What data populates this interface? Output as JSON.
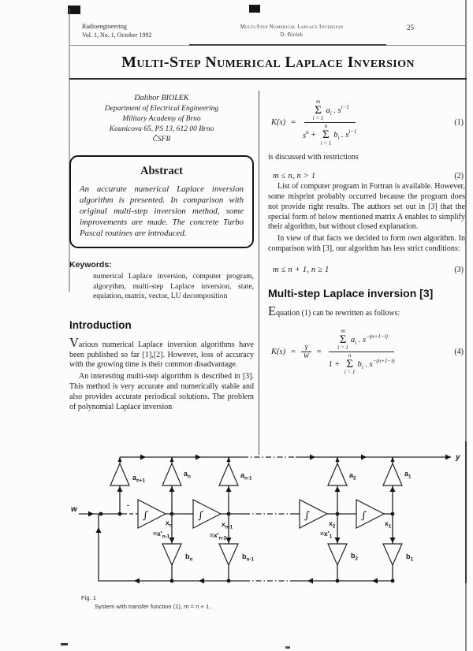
{
  "header": {
    "journal_line1": "Radioengineering",
    "journal_line2": "Vol. 1, No. 1, October 1992",
    "center_line1": "Multi-Step Numerical Laplace Inversion",
    "center_line2": "D. Biolek",
    "page_number": "25"
  },
  "title": "Multi-Step Numerical Laplace Inversion",
  "author": {
    "name": "Dalibor BIOLEK",
    "dept": "Department of Electrical Engineering",
    "inst": "Military Academy of Brno",
    "addr": "Kounicova 65, PS 13, 612 00 Brno",
    "country": "ČSFR"
  },
  "abstract": {
    "title": "Abstract",
    "text": "An accurate numerical Laplace inversion algorithm is presented. In comparison with original multi-step inversion method, some improvements are made. The concrete Turbo Pascal routines are introduced."
  },
  "keywords": {
    "label": "Keywords:",
    "text": "numerical Laplace inversion, computer program, algorythm, multi-step Laplace inversion, state, equiation, matrix, vector, LU decomposition"
  },
  "intro": {
    "heading": "Introduction",
    "p1": "Various numerical Laplace inversion algorithms have been published so far [1],[2]. However, loss of accuracy with the growing time is their common disadvantage.",
    "p2": "An interesting multi-step algorithm is described in [3]. This method is very accurate and numerically stable and also provides accurate periodical solutions. The problem of polynomial Laplace inversion"
  },
  "right_col": {
    "restrictions_text": "is discussed with restrictions",
    "p1": "List of computer program in Fortran is available. However, some misprint probably occurred because the program does not provide right results. The authors set out in [3] that the special form of below mentioned matrix A enables to simplify their algorithm, but without closed explanation.",
    "p2": "In view of that facts we decided to form own algorithm. In comparison with [3], our algorithm has less strict conditions:",
    "section_heading": "Multi-step Laplace inversion [3]",
    "rewrite_text": "Equation (1) can be rewritten as follows:"
  },
  "equations": {
    "e1": {
      "number": "(1)",
      "lhs": "K(s)",
      "equals": "=",
      "num": {
        "top": "m",
        "sigma": "Σ",
        "bot": "i = 1",
        "coef": "a",
        "coef_sub": "i",
        "mid": " . s",
        "exp": "i−1"
      },
      "den": {
        "lead": "s",
        "lead_exp": "n",
        "plus": "+",
        "top": "n",
        "sigma": "Σ",
        "bot": "i = 1",
        "coef": "b",
        "coef_sub": "i",
        "mid": " . s",
        "exp": "i−1"
      }
    },
    "e2": {
      "number": "(2)",
      "body": "m ≤ n,    n > 1"
    },
    "e3": {
      "number": "(3)",
      "body": "m ≤ n + 1,    n ≥ 1"
    },
    "e4": {
      "number": "(4)",
      "lhs": "K(s)",
      "equals": "=",
      "ratio_top": "Y",
      "ratio_bot": "W",
      "equals2": "=",
      "num": {
        "top": "m",
        "sigma": "Σ",
        "bot": "i = 1",
        "coef": "a",
        "coef_sub": "i",
        "mid": " . s",
        "exp": "−(n+1−i)"
      },
      "den": {
        "lead": "1",
        "plus": "+",
        "top": "n",
        "sigma": "Σ",
        "bot": "i = 1",
        "coef": "b",
        "coef_sub": "i",
        "mid": " . s",
        "exp": "−(n+1−i)"
      }
    }
  },
  "figure": {
    "caption_label": "Fig. 1",
    "caption_text": "System with transfer function (1), m = n + 1.",
    "input_label": "w",
    "output_label": "y",
    "integrator_symbol": "∫",
    "minus_sign": "-",
    "gains_top": [
      {
        "base": "a",
        "sub": "n+1"
      },
      {
        "base": "a",
        "sub": "n"
      },
      {
        "base": "a",
        "sub": "n-1"
      },
      {
        "base": "a",
        "sub": "2"
      },
      {
        "base": "a",
        "sub": "1"
      }
    ],
    "gains_bottom": [
      {
        "base": "b",
        "sub": "n"
      },
      {
        "base": "b",
        "sub": "n-1"
      },
      {
        "base": "b",
        "sub": "2"
      },
      {
        "base": "b",
        "sub": "1"
      }
    ],
    "states": [
      {
        "base": "x",
        "sub": "n"
      },
      {
        "base": "x",
        "sub": "n-1"
      },
      {
        "base": "x",
        "sub": "2"
      },
      {
        "base": "x",
        "sub": "1"
      }
    ],
    "state_derivs": [
      {
        "base": "=x'",
        "sub": "n-1"
      },
      {
        "base": "=x'",
        "sub": "n-2"
      },
      {
        "base": "=x'",
        "sub": "1"
      }
    ]
  }
}
